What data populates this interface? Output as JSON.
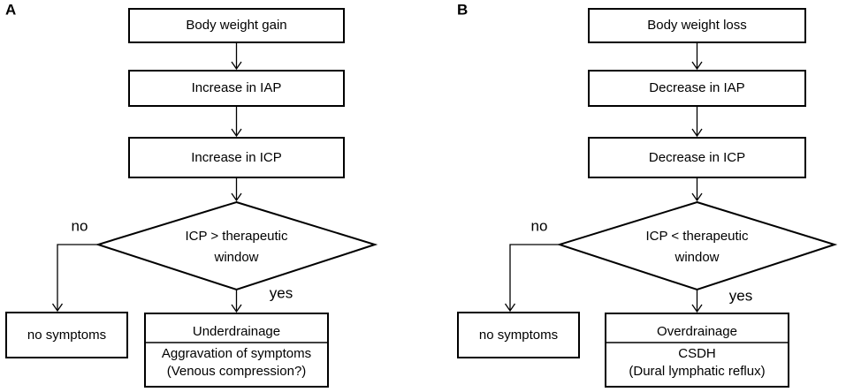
{
  "panels": [
    {
      "letter": "A",
      "step1": "Body weight gain",
      "step2": "Increase in IAP",
      "step3": "Increase in ICP",
      "decision_line1": "ICP > therapeutic",
      "decision_line2": "window",
      "no_label": "no",
      "yes_label": "yes",
      "no_outcome": "no symptoms",
      "yes_outcome_title": "Underdrainage",
      "yes_outcome_line1": "Aggravation of symptoms",
      "yes_outcome_line2": "(Venous compression?)"
    },
    {
      "letter": "B",
      "step1": "Body weight loss",
      "step2": "Decrease in IAP",
      "step3": "Decrease in ICP",
      "decision_line1": "ICP < therapeutic",
      "decision_line2": "window",
      "no_label": "no",
      "yes_label": "yes",
      "no_outcome": "no symptoms",
      "yes_outcome_title": "Overdrainage",
      "yes_outcome_line1": "CSDH",
      "yes_outcome_line2": "(Dural lymphatic reflux)"
    }
  ]
}
